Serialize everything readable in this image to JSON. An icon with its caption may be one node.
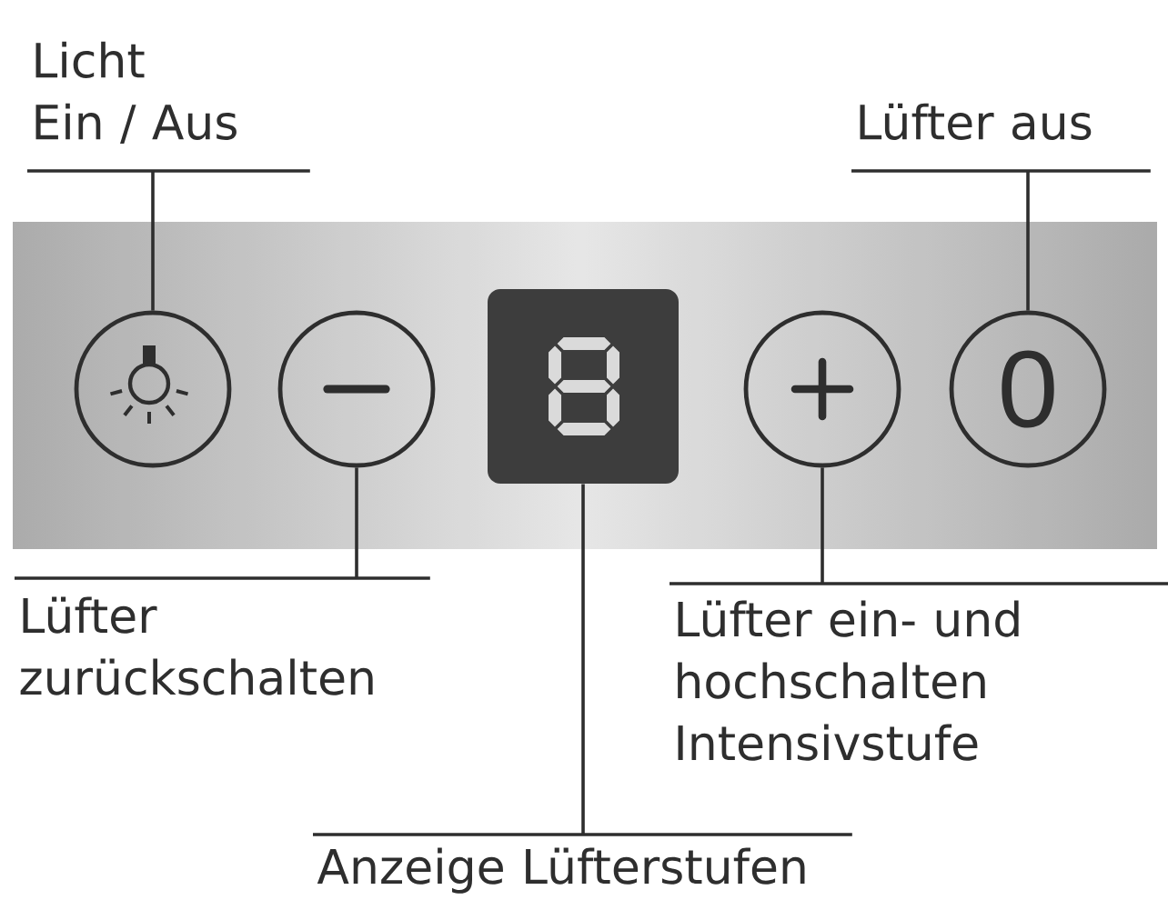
{
  "diagram": {
    "nodes": [
      {
        "text": [
          "Licht Ein / Aus"
        ]
      },
      {
        "text": [
          "Lüfter aus"
        ]
      },
      {
        "text": [],
        "shape": "circle"
      },
      {
        "text": [],
        "shape": "circle"
      },
      {
        "text": [],
        "shape": "box"
      },
      {
        "text": [],
        "shape": "circle"
      },
      {
        "text": [
          "0"
        ]
      },
      {
        "text": [
          "Lüfter zurückschalten"
        ]
      },
      {
        "text": [
          "Lüfter ein- und hochschalten Intensivstufe"
        ]
      },
      {
        "text": [
          "Anzeige Lüfterstufen"
        ]
      }
    ],
    "edges": [
      {
        "from": 0,
        "to": 2,
        "arrow": "none"
      },
      {
        "from": 1,
        "to": 6,
        "arrow": "none"
      },
      {
        "from": 7,
        "to": 3,
        "arrow": "none"
      },
      {
        "from": 8,
        "to": 5,
        "arrow": "none"
      },
      {
        "from": 9,
        "to": 4,
        "arrow": "none"
      }
    ]
  }
}
